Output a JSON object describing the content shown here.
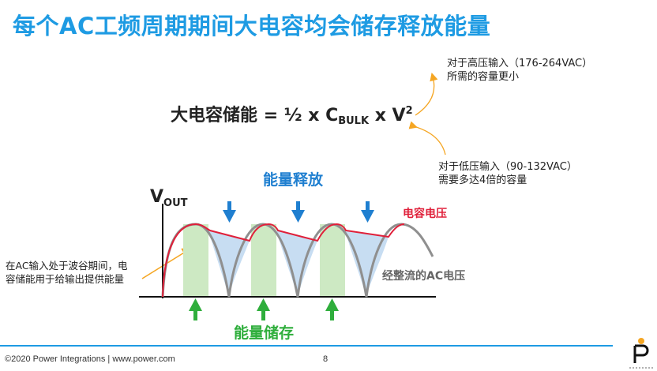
{
  "slide": {
    "title": "每个AC工频周期期间大电容均会储存释放能量",
    "formula": {
      "lhs": "大电容储能",
      "eq": "= ½ x C",
      "sub": "BULK",
      "mid": " x V",
      "sup": "2"
    },
    "note_high": [
      "对于高压输入（176-264VAC）",
      "所需的容量更小"
    ],
    "note_low": [
      "对于低压输入（90-132VAC）",
      "需要多达4倍的容量"
    ],
    "note_left": [
      "在AC输入处于波谷期间，电",
      "容储能用于给输出提供能量"
    ],
    "diagram": {
      "y_axis_label": "V",
      "y_axis_sub": "OUT",
      "release_label": "能量释放",
      "store_label": "能量储存",
      "cap_voltage_label": "电容电压",
      "rectified_label": "经整流的AC电压"
    },
    "footer": {
      "copyright": "©2020 Power Integrations  |  www.power.com",
      "page": "8"
    },
    "colors": {
      "title": "#1e9be3",
      "blue_arrow": "#1f7fd0",
      "green_arrow": "#2fae3c",
      "cap_curve": "#e0203a",
      "rect_curve": "#8f8f8f",
      "orange": "#f5a623"
    }
  }
}
